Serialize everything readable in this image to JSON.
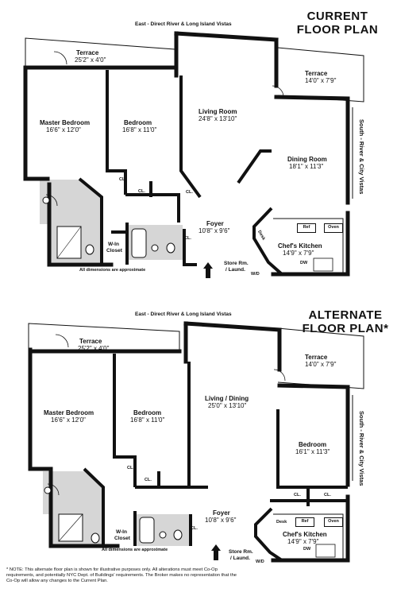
{
  "plan1": {
    "title_line1": "CURRENT",
    "title_line2": "FLOOR PLAN",
    "vista_east": "East - Direct River & Long Island Vistas",
    "vista_south": "South - River & City Vistas",
    "terrace_top_name": "Terrace",
    "terrace_top_dim": "25'2\" x 4'0\"",
    "terrace_right_name": "Terrace",
    "terrace_right_dim": "14'0\" x 7'9\"",
    "master_name": "Master Bedroom",
    "master_dim": "16'6\" x 12'0\"",
    "bedroom_name": "Bedroom",
    "bedroom_dim": "16'8\" x 11'0\"",
    "living_name": "Living Room",
    "living_dim": "24'8\" x 13'10\"",
    "dining_name": "Dining Room",
    "dining_dim": "18'1\" x 11'3\"",
    "foyer_name": "Foyer",
    "foyer_dim": "10'8\" x 9'6\"",
    "kitchen_name": "Chef's Kitchen",
    "kitchen_dim": "14'9\" x 7'9\"",
    "store_line1": "Store Rm.",
    "store_line2": "/ Laund.",
    "closet_line1": "W-In",
    "closet_line2": "Closet",
    "cl": "CL.",
    "ref": "Ref",
    "oven": "Oven",
    "desk": "Desk",
    "dw": "DW",
    "wd": "W/D",
    "approx": "All dimensions are approximate"
  },
  "plan2": {
    "title_line1": "ALTERNATE",
    "title_line2": "FLOOR PLAN*",
    "vista_east": "East - Direct River & Long Island Vistas",
    "vista_south": "South - River & City Vistas",
    "terrace_top_name": "Terrace",
    "terrace_top_dim": "25'2\" x 4'0\"",
    "terrace_right_name": "Terrace",
    "terrace_right_dim": "14'0\" x 7'9\"",
    "master_name": "Master Bedroom",
    "master_dim": "16'6\" x 12'0\"",
    "bedroom_name": "Bedroom",
    "bedroom_dim": "16'8\" x 11'0\"",
    "living_name": "Living / Dining",
    "living_dim": "25'0\" x 13'10\"",
    "bedroom2_name": "Bedroom",
    "bedroom2_dim": "16'1\" x 11'3\"",
    "foyer_name": "Foyer",
    "foyer_dim": "10'8\" x 9'6\"",
    "kitchen_name": "Chef's Kitchen",
    "kitchen_dim": "14'9\" x 7'9\"",
    "store_line1": "Store Rm.",
    "store_line2": "/ Laund.",
    "closet_line1": "W-In",
    "closet_line2": "Closet",
    "cl": "CL.",
    "ref": "Ref",
    "oven": "Oven",
    "desk": "Desk",
    "dw": "DW",
    "wd": "W/D",
    "approx": "All dimensions are approximate"
  },
  "note": "* NOTE: This alternate floor plan is shown for illustrative purposes only. All alterations must meet Co-Op requirements, and potentially NYC Dept. of Buildings' requirements. The Broker makes no representation that the Co-Op will allow any changes to the Current Plan.",
  "colors": {
    "wall": "#111111",
    "bath_fill": "#d6d6d6",
    "background": "#ffffff"
  }
}
